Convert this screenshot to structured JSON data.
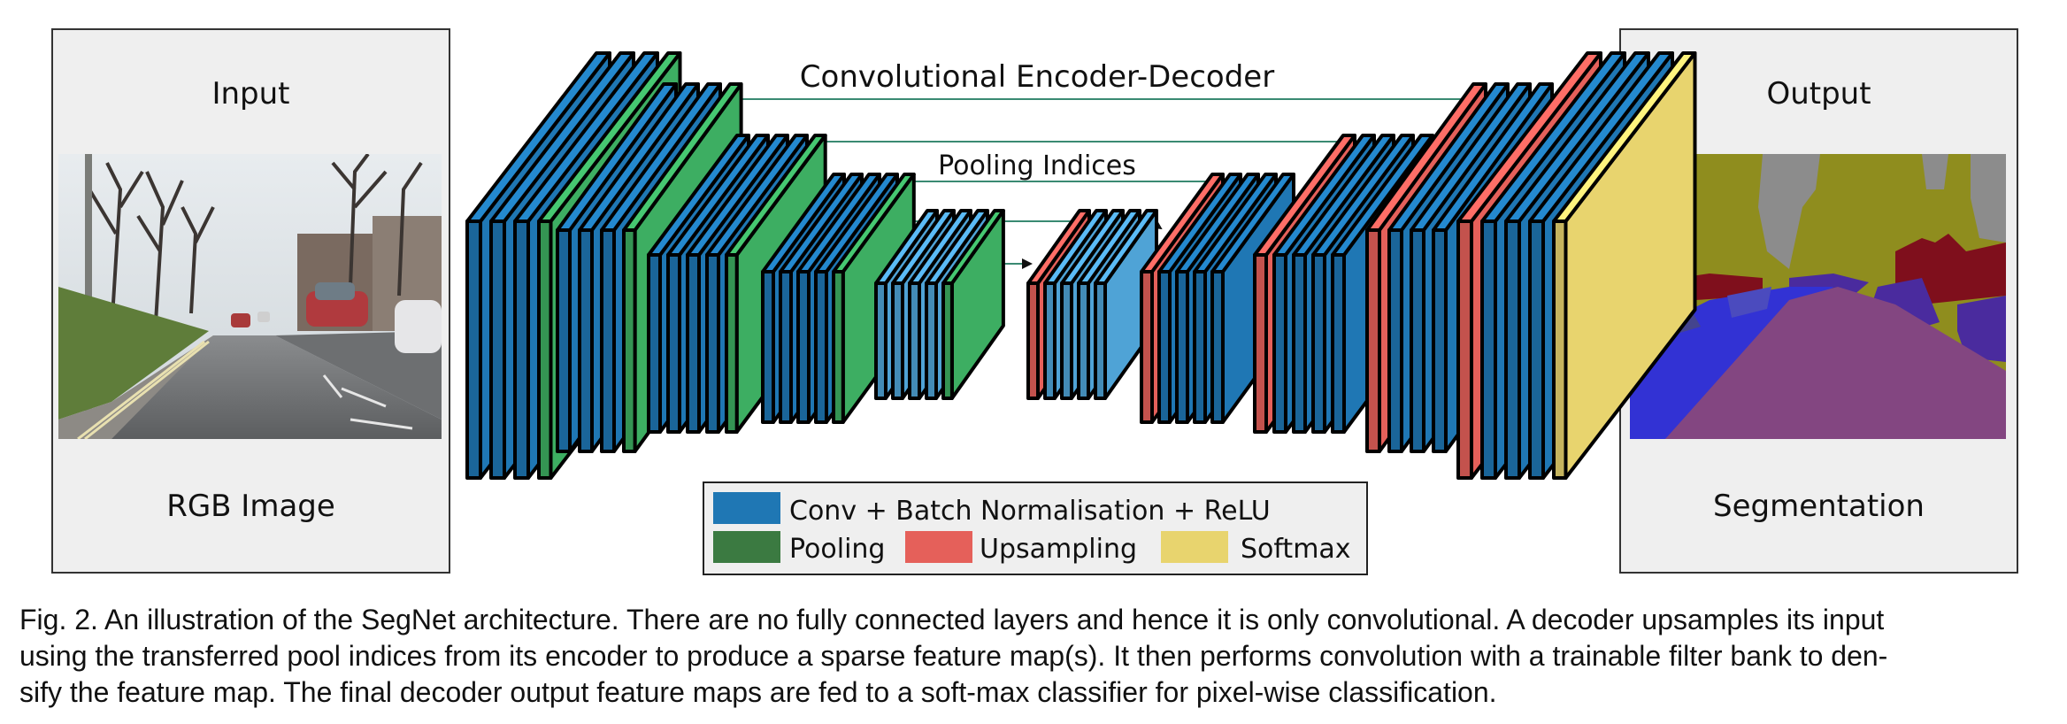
{
  "input": {
    "title": "Input",
    "label": "RGB Image"
  },
  "output": {
    "title": "Output",
    "label": "Segmentation"
  },
  "diagram": {
    "top_label": "Convolutional Encoder-Decoder",
    "pool_label": "Pooling Indices",
    "legend": {
      "conv": "Conv + Batch Normalisation + ReLU",
      "pool": "Pooling",
      "upsample": "Upsampling",
      "softmax": "Softmax"
    },
    "colors": {
      "conv": "#1f77b4",
      "conv_light": "#4fa3d6",
      "pool": "#3dae62",
      "upsample": "#e5605a",
      "softmax": "#e8d46e",
      "arrow": "#3a8a72",
      "legend_pool_swatch": "#3b7a41"
    }
  },
  "caption": [
    "Fig. 2. An illustration of the SegNet architecture. There are no fully connected layers and hence it is only convolutional. A decoder upsamples its input",
    "using the transferred pool indices from its encoder to produce a sparse feature map(s). It then performs convolution with a trainable filter bank to den-",
    "sify the feature map. The final decoder output feature maps are fed to a soft-max classifier for pixel-wise classification."
  ]
}
